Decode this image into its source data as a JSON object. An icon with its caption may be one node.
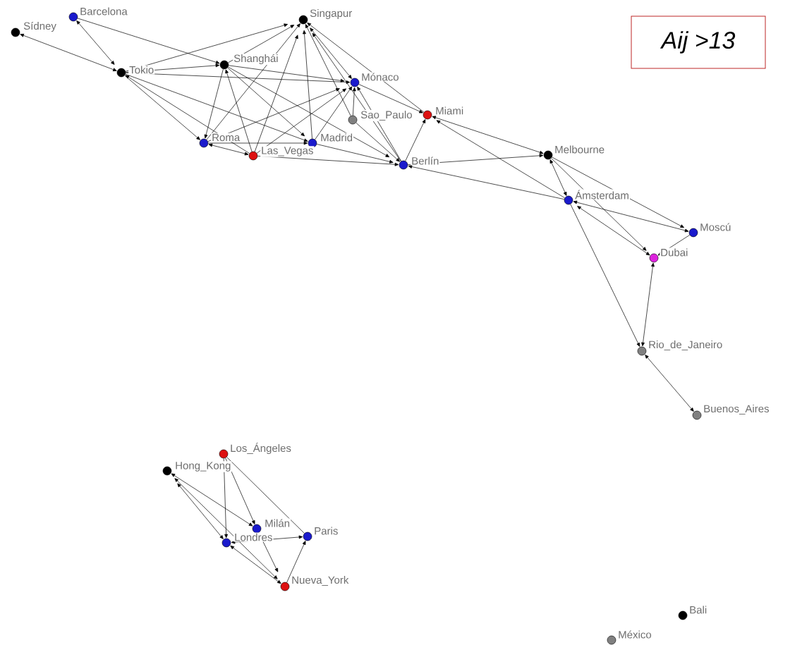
{
  "diagram": {
    "nodes": [
      {
        "text": [],
        "shape": "circle",
        "beside": [
          "Barcelona"
        ]
      },
      {
        "text": [],
        "shape": "circle",
        "beside": [
          "Sídney"
        ]
      },
      {
        "text": [],
        "shape": "circle",
        "beside": [
          "Singapur"
        ]
      },
      {
        "text": [],
        "shape": "circle",
        "beside": [
          "Tokio"
        ]
      },
      {
        "text": [],
        "shape": "circle",
        "beside": [
          "Shanghái"
        ]
      },
      {
        "text": [],
        "shape": "circle",
        "beside": [
          "Mónaco"
        ]
      },
      {
        "text": [],
        "shape": "circle",
        "beside": [
          "Sao_Paulo"
        ]
      },
      {
        "text": [],
        "shape": "circle",
        "beside": [
          "Miami"
        ]
      },
      {
        "text": [],
        "shape": "circle",
        "beside": [
          "Roma"
        ]
      },
      {
        "text": [],
        "shape": "circle",
        "beside": [
          "Las_Vegas"
        ]
      },
      {
        "text": [],
        "shape": "circle",
        "beside": [
          "Madrid"
        ]
      },
      {
        "text": [],
        "shape": "circle",
        "beside": [
          "Berlín"
        ]
      },
      {
        "text": [],
        "shape": "circle",
        "beside": [
          "Melbourne"
        ]
      },
      {
        "text": [],
        "shape": "circle",
        "beside": [
          "Ámsterdam"
        ]
      },
      {
        "text": [],
        "shape": "circle",
        "beside": [
          "Moscú"
        ]
      },
      {
        "text": [],
        "shape": "circle",
        "beside": [
          "Dubai"
        ]
      },
      {
        "text": [],
        "shape": "circle",
        "beside": [
          "Rio_de_Janeiro"
        ]
      },
      {
        "text": [],
        "shape": "circle",
        "beside": [
          "Buenos_Aires"
        ]
      },
      {
        "text": [],
        "shape": "circle",
        "beside": [
          "Los_Ángeles"
        ]
      },
      {
        "text": [],
        "shape": "circle",
        "beside": [
          "Hong_Kong"
        ]
      },
      {
        "text": [],
        "shape": "circle",
        "beside": [
          "Milán"
        ]
      },
      {
        "text": [],
        "shape": "circle",
        "beside": [
          "Londres"
        ]
      },
      {
        "text": [],
        "shape": "circle",
        "beside": [
          "Paris"
        ]
      },
      {
        "text": [],
        "shape": "circle",
        "beside": [
          "Nueva_York"
        ]
      },
      {
        "text": [],
        "shape": "circle",
        "beside": [
          "Bali"
        ]
      },
      {
        "text": [],
        "shape": "circle",
        "beside": [
          "México"
        ]
      },
      {
        "text": [
          "Aij >13"
        ]
      }
    ],
    "edges": [
      {
        "from": 3,
        "to": 1,
        "arrow": "both"
      },
      {
        "from": 3,
        "to": 0,
        "arrow": "both"
      },
      {
        "from": 0,
        "to": 4,
        "arrow": "to"
      },
      {
        "from": 3,
        "to": 4,
        "arrow": "to"
      },
      {
        "from": 3,
        "to": 2,
        "arrow": "to"
      },
      {
        "from": 3,
        "to": 8,
        "arrow": "to"
      },
      {
        "from": 3,
        "to": 5,
        "arrow": "to"
      },
      {
        "from": 3,
        "to": 10,
        "arrow": "to"
      },
      {
        "from": 9,
        "to": 3,
        "arrow": "to"
      },
      {
        "from": 4,
        "to": 2,
        "arrow": "to"
      },
      {
        "from": 8,
        "to": 2,
        "arrow": "to"
      },
      {
        "from": 9,
        "to": 2,
        "arrow": "to"
      },
      {
        "from": 10,
        "to": 2,
        "arrow": "to"
      },
      {
        "from": 5,
        "to": 2,
        "arrow": "both"
      },
      {
        "from": 6,
        "to": 2,
        "arrow": "to"
      },
      {
        "from": 11,
        "to": 2,
        "arrow": "to"
      },
      {
        "from": 7,
        "to": 2,
        "arrow": "to"
      },
      {
        "from": 4,
        "to": 8,
        "arrow": "to"
      },
      {
        "from": 4,
        "to": 5,
        "arrow": "to"
      },
      {
        "from": 4,
        "to": 10,
        "arrow": "to"
      },
      {
        "from": 4,
        "to": 11,
        "arrow": "to"
      },
      {
        "from": 9,
        "to": 4,
        "arrow": "to"
      },
      {
        "from": 8,
        "to": 5,
        "arrow": "to"
      },
      {
        "from": 9,
        "to": 5,
        "arrow": "to"
      },
      {
        "from": 10,
        "to": 5,
        "arrow": "to"
      },
      {
        "from": 6,
        "to": 5,
        "arrow": "to"
      },
      {
        "from": 5,
        "to": 7,
        "arrow": "to"
      },
      {
        "from": 11,
        "to": 5,
        "arrow": "to"
      },
      {
        "from": 8,
        "to": 9,
        "arrow": "both"
      },
      {
        "from": 8,
        "to": 10,
        "arrow": "to"
      },
      {
        "from": 9,
        "to": 11,
        "arrow": "to"
      },
      {
        "from": 10,
        "to": 11,
        "arrow": "to"
      },
      {
        "from": 6,
        "to": 11,
        "arrow": "to"
      },
      {
        "from": 11,
        "to": 7,
        "arrow": "to"
      },
      {
        "from": 7,
        "to": 12,
        "arrow": "both"
      },
      {
        "from": 11,
        "to": 12,
        "arrow": "to"
      },
      {
        "from": 13,
        "to": 11,
        "arrow": "to"
      },
      {
        "from": 13,
        "to": 7,
        "arrow": "to"
      },
      {
        "from": 12,
        "to": 13,
        "arrow": "both"
      },
      {
        "from": 12,
        "to": 14,
        "arrow": "to"
      },
      {
        "from": 13,
        "to": 14,
        "arrow": "both"
      },
      {
        "from": 13,
        "to": 15,
        "arrow": "both"
      },
      {
        "from": 12,
        "to": 15,
        "arrow": "to"
      },
      {
        "from": 14,
        "to": 15,
        "arrow": "to"
      },
      {
        "from": 13,
        "to": 16,
        "arrow": "to"
      },
      {
        "from": 15,
        "to": 16,
        "arrow": "both"
      },
      {
        "from": 16,
        "to": 17,
        "arrow": "both"
      },
      {
        "from": 18,
        "to": 21,
        "arrow": "to"
      },
      {
        "from": 18,
        "to": 20,
        "arrow": "to"
      },
      {
        "from": 18,
        "to": 22,
        "arrow": "none"
      },
      {
        "from": 21,
        "to": 19,
        "arrow": "both"
      },
      {
        "from": 20,
        "to": 19,
        "arrow": "both"
      },
      {
        "from": 23,
        "to": 19,
        "arrow": "both"
      },
      {
        "from": 21,
        "to": 22,
        "arrow": "both"
      },
      {
        "from": 23,
        "to": 22,
        "arrow": "to"
      },
      {
        "from": 21,
        "to": 23,
        "arrow": "both"
      },
      {
        "from": 20,
        "to": 23,
        "arrow": "to"
      }
    ]
  }
}
